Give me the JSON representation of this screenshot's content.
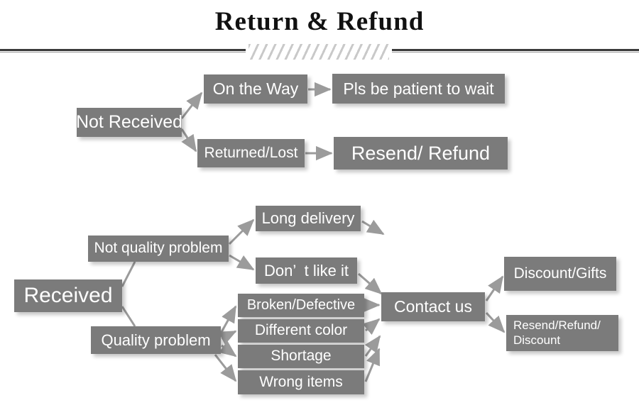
{
  "header": {
    "title": "Return & Refund",
    "divider_style": "rules-with-diagonal-hatch"
  },
  "theme": {
    "box_fill": "#7b7b7b",
    "box_text": "#ffffff",
    "arrow": "#9b9b9b",
    "title_text": "#111111",
    "background": "#ffffff"
  },
  "flow": {
    "not_received_branch": {
      "root": "Not Received",
      "children": [
        {
          "label": "On the Way",
          "result": "Pls be patient to wait"
        },
        {
          "label": "Returned/Lost",
          "result": "Resend/ Refund"
        }
      ]
    },
    "received_branch": {
      "root": "Received",
      "categories": [
        {
          "label": "Not quality problem",
          "reasons": [
            "Long delivery",
            "Don’  t like it"
          ]
        },
        {
          "label": "Quality problem",
          "reasons": [
            "Broken/Defective",
            "Different color",
            "Shortage",
            "Wrong items"
          ]
        }
      ],
      "funnel": "Contact us",
      "outcomes": [
        "Discount/Gifts",
        "Resend/Refund/\nDiscount"
      ]
    }
  }
}
